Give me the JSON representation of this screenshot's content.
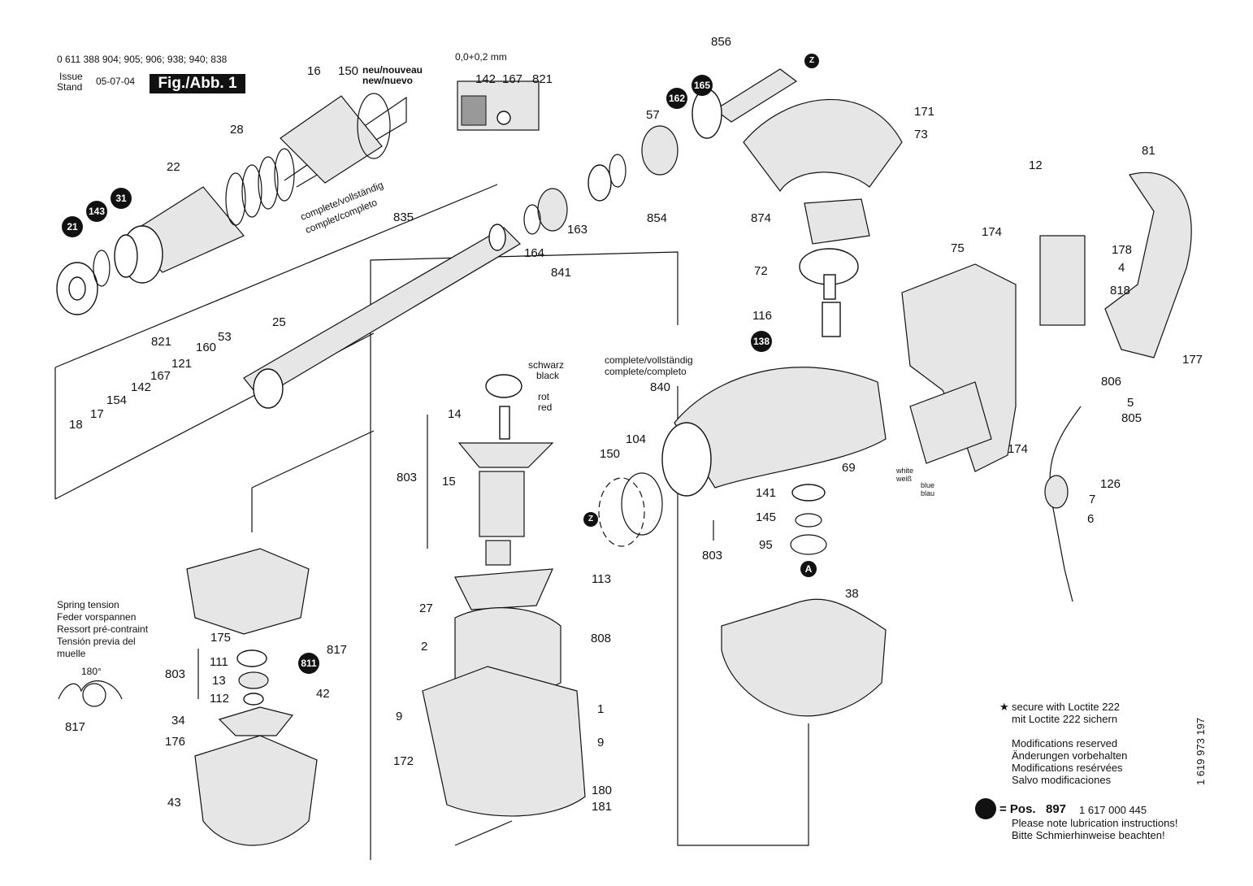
{
  "header": {
    "models": "0 611 388 904; 905; 906; 938; 940; 838",
    "issue_label_1": "Issue",
    "issue_label_2": "Stand",
    "issue_date": "05-07-04",
    "figure_label": "Fig./Abb. 1"
  },
  "annotations": {
    "new_de": "neu/nouveau",
    "new_en": "new/nuevo",
    "tolerance": "0,0+0,2 mm",
    "complete_1": "complete/vollständig",
    "complete_2": "complet/completo",
    "complete_3": "complete/vollständig",
    "complete_4": "complete/completo",
    "schwarz": "schwarz",
    "black": "black",
    "rot": "rot",
    "red": "red",
    "white_1": "white",
    "white_2": "weiß",
    "blue_1": "blue",
    "blue_2": "blau",
    "spring_1": "Spring tension",
    "spring_2": "Feder vorspannen",
    "spring_3": "Ressort pré-contraint",
    "spring_4": "Tensión previa del",
    "spring_5": "muelle",
    "angle": "180°"
  },
  "callouts": [
    {
      "id": "c16",
      "text": "16"
    },
    {
      "id": "c150a",
      "text": "150"
    },
    {
      "id": "c28",
      "text": "28"
    },
    {
      "id": "c22",
      "text": "22"
    },
    {
      "id": "c142a",
      "text": "142"
    },
    {
      "id": "c167a",
      "text": "167"
    },
    {
      "id": "c821a",
      "text": "821"
    },
    {
      "id": "c856",
      "text": "856"
    },
    {
      "id": "c57",
      "text": "57"
    },
    {
      "id": "c171",
      "text": "171"
    },
    {
      "id": "c73",
      "text": "73"
    },
    {
      "id": "c835",
      "text": "835"
    },
    {
      "id": "c163",
      "text": "163"
    },
    {
      "id": "c164",
      "text": "164"
    },
    {
      "id": "c841",
      "text": "841"
    },
    {
      "id": "c854",
      "text": "854"
    },
    {
      "id": "c874",
      "text": "874"
    },
    {
      "id": "c72",
      "text": "72"
    },
    {
      "id": "c116",
      "text": "116"
    },
    {
      "id": "c12",
      "text": "12"
    },
    {
      "id": "c81",
      "text": "81"
    },
    {
      "id": "c174a",
      "text": "174"
    },
    {
      "id": "c75",
      "text": "75"
    },
    {
      "id": "c178",
      "text": "178"
    },
    {
      "id": "c4",
      "text": "4"
    },
    {
      "id": "c818",
      "text": "818"
    },
    {
      "id": "c177",
      "text": "177"
    },
    {
      "id": "c25",
      "text": "25"
    },
    {
      "id": "c821b",
      "text": "821"
    },
    {
      "id": "c53",
      "text": "53"
    },
    {
      "id": "c160",
      "text": "160"
    },
    {
      "id": "c121",
      "text": "121"
    },
    {
      "id": "c142b",
      "text": "142"
    },
    {
      "id": "c167b",
      "text": "167"
    },
    {
      "id": "c154",
      "text": "154"
    },
    {
      "id": "c18",
      "text": "18"
    },
    {
      "id": "c17",
      "text": "17"
    },
    {
      "id": "c14",
      "text": "14"
    },
    {
      "id": "c803a",
      "text": "803"
    },
    {
      "id": "c15",
      "text": "15"
    },
    {
      "id": "c840",
      "text": "840"
    },
    {
      "id": "c104",
      "text": "104"
    },
    {
      "id": "c150b",
      "text": "150"
    },
    {
      "id": "c69",
      "text": "69"
    },
    {
      "id": "c806",
      "text": "806"
    },
    {
      "id": "c5",
      "text": "5"
    },
    {
      "id": "c805",
      "text": "805"
    },
    {
      "id": "c174b",
      "text": "174"
    },
    {
      "id": "c126",
      "text": "126"
    },
    {
      "id": "c7",
      "text": "7"
    },
    {
      "id": "c6",
      "text": "6"
    },
    {
      "id": "c141",
      "text": "141"
    },
    {
      "id": "c145",
      "text": "145"
    },
    {
      "id": "c95",
      "text": "95"
    },
    {
      "id": "c803b",
      "text": "803"
    },
    {
      "id": "c113",
      "text": "113"
    },
    {
      "id": "c27",
      "text": "27"
    },
    {
      "id": "c808",
      "text": "808"
    },
    {
      "id": "c2",
      "text": "2"
    },
    {
      "id": "c9a",
      "text": "9"
    },
    {
      "id": "c1",
      "text": "1"
    },
    {
      "id": "c9b",
      "text": "9"
    },
    {
      "id": "c172",
      "text": "172"
    },
    {
      "id": "c180",
      "text": "180"
    },
    {
      "id": "c181",
      "text": "181"
    },
    {
      "id": "c38",
      "text": "38"
    },
    {
      "id": "c175",
      "text": "175"
    },
    {
      "id": "c817a",
      "text": "817"
    },
    {
      "id": "c111",
      "text": "111"
    },
    {
      "id": "c803c",
      "text": "803"
    },
    {
      "id": "c13",
      "text": "13"
    },
    {
      "id": "c112",
      "text": "112"
    },
    {
      "id": "c42",
      "text": "42"
    },
    {
      "id": "c34",
      "text": "34"
    },
    {
      "id": "c176",
      "text": "176"
    },
    {
      "id": "c43",
      "text": "43"
    },
    {
      "id": "c817b",
      "text": "817"
    }
  ],
  "badges": [
    {
      "id": "b21",
      "text": "21"
    },
    {
      "id": "b143",
      "text": "143"
    },
    {
      "id": "b31",
      "text": "31"
    },
    {
      "id": "b162",
      "text": "162"
    },
    {
      "id": "b165",
      "text": "165"
    },
    {
      "id": "b138",
      "text": "138"
    },
    {
      "id": "b811",
      "text": "811"
    },
    {
      "id": "bA",
      "text": "A"
    },
    {
      "id": "bZ1",
      "text": "Z"
    },
    {
      "id": "bZ2",
      "text": "Z"
    }
  ],
  "notes": {
    "loctite_en": "secure with Loctite 222",
    "loctite_de": "mit Loctite 222 sichern",
    "mod_en": "Modifications reserved",
    "mod_de": "Änderungen vorbehalten",
    "mod_fr": "Modifications resérvées",
    "mod_es": "Salvo modificaciones",
    "pos_label": "= Pos.",
    "pos_number": "897",
    "pos_partno": "1 617 000 445",
    "lube_en": "Please note lubrication instructions!",
    "lube_de": "Bitte Schmierhinweise beachten!",
    "doc_number": "1 619 973 197",
    "star": "★"
  }
}
